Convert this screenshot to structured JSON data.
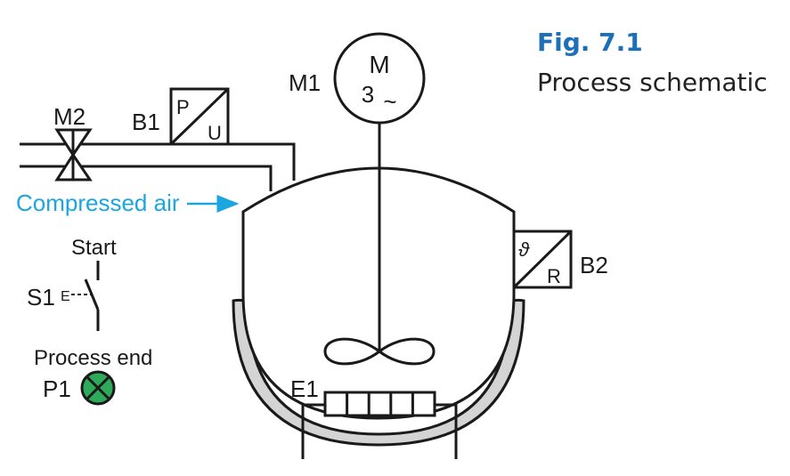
{
  "figure": {
    "number": "Fig. 7.1",
    "caption": "Process schematic"
  },
  "components": {
    "motor_m1": {
      "tag": "M1",
      "symbol_letter": "M",
      "symbol_phase": "3",
      "symbol_ac": "~"
    },
    "valve_m2": {
      "tag": "M2"
    },
    "pressure_transducer_b1": {
      "tag": "B1",
      "input": "P",
      "output": "U"
    },
    "temperature_sensor_b2": {
      "tag": "B2",
      "input": "ϑ",
      "output": "R"
    },
    "start_switch_s1": {
      "tag": "S1",
      "label": "Start",
      "actuator": "E"
    },
    "indicator_lamp_p1": {
      "tag": "P1",
      "label": "Process end",
      "color": "#2eaa5a"
    },
    "heater_e1": {
      "tag": "E1"
    }
  },
  "annotations": {
    "compressed_air": "Compressed air",
    "compressed_air_color": "#1ba6e0"
  },
  "colors": {
    "line": "#1a1a1a",
    "jacket_fill": "#d4d4d4",
    "figure_number": "#1d6fb8",
    "caption": "#222222"
  }
}
